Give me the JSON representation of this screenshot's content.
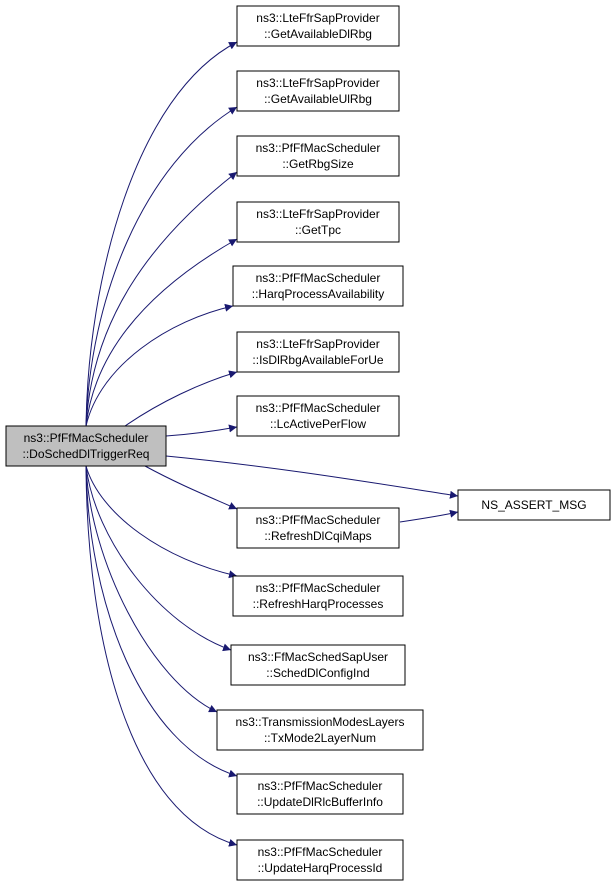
{
  "diagram": {
    "type": "call-graph",
    "colors": {
      "edge": "#191970",
      "node_border": "#000000",
      "node_fill": "#ffffff",
      "root_fill": "#bfbfbf"
    },
    "root": {
      "id": "root",
      "lines": [
        "ns3::PfFfMacScheduler",
        "::DoSchedDlTriggerReq"
      ]
    },
    "nodes": [
      {
        "id": "n1",
        "lines": [
          "ns3::LteFfrSapProvider",
          "::GetAvailableDlRbg"
        ]
      },
      {
        "id": "n2",
        "lines": [
          "ns3::LteFfrSapProvider",
          "::GetAvailableUlRbg"
        ]
      },
      {
        "id": "n3",
        "lines": [
          "ns3::PfFfMacScheduler",
          "::GetRbgSize"
        ]
      },
      {
        "id": "n4",
        "lines": [
          "ns3::LteFfrSapProvider",
          "::GetTpc"
        ]
      },
      {
        "id": "n5",
        "lines": [
          "ns3::PfFfMacScheduler",
          "::HarqProcessAvailability"
        ]
      },
      {
        "id": "n6",
        "lines": [
          "ns3::LteFfrSapProvider",
          "::IsDlRbgAvailableForUe"
        ]
      },
      {
        "id": "n7",
        "lines": [
          "ns3::PfFfMacScheduler",
          "::LcActivePerFlow"
        ]
      },
      {
        "id": "n8",
        "lines": [
          "ns3::PfFfMacScheduler",
          "::RefreshDlCqiMaps"
        ]
      },
      {
        "id": "n9",
        "lines": [
          "ns3::PfFfMacScheduler",
          "::RefreshHarqProcesses"
        ]
      },
      {
        "id": "n10",
        "lines": [
          "ns3::FfMacSchedSapUser",
          "::SchedDlConfigInd"
        ]
      },
      {
        "id": "n11",
        "lines": [
          "ns3::TransmissionModesLayers",
          "::TxMode2LayerNum"
        ]
      },
      {
        "id": "n12",
        "lines": [
          "ns3::PfFfMacScheduler",
          "::UpdateDlRlcBufferInfo"
        ]
      },
      {
        "id": "n13",
        "lines": [
          "ns3::PfFfMacScheduler",
          "::UpdateHarqProcessId"
        ]
      },
      {
        "id": "assert",
        "lines": [
          "NS_ASSERT_MSG"
        ]
      }
    ],
    "edges": [
      {
        "from": "root",
        "to": "n1"
      },
      {
        "from": "root",
        "to": "n2"
      },
      {
        "from": "root",
        "to": "n3"
      },
      {
        "from": "root",
        "to": "n4"
      },
      {
        "from": "root",
        "to": "n5"
      },
      {
        "from": "root",
        "to": "n6"
      },
      {
        "from": "root",
        "to": "n7"
      },
      {
        "from": "root",
        "to": "assert"
      },
      {
        "from": "root",
        "to": "n8"
      },
      {
        "from": "root",
        "to": "n9"
      },
      {
        "from": "root",
        "to": "n10"
      },
      {
        "from": "root",
        "to": "n11"
      },
      {
        "from": "root",
        "to": "n12"
      },
      {
        "from": "root",
        "to": "n13"
      },
      {
        "from": "n8",
        "to": "assert"
      }
    ]
  }
}
